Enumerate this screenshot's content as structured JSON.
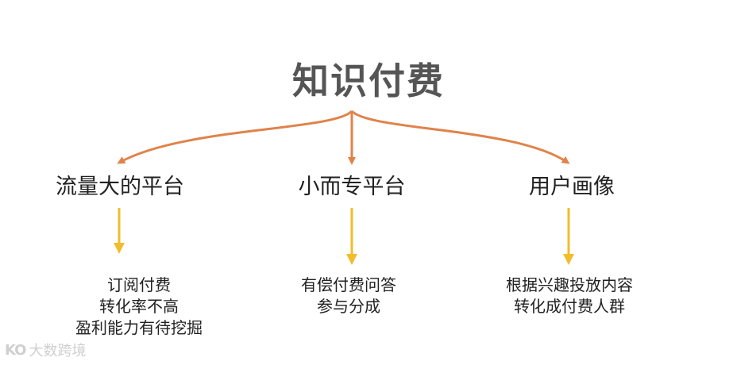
{
  "title": "知识付费",
  "branches": [
    {
      "label": "流量大的平台",
      "details": [
        "订阅付费",
        "转化率不高",
        "盈利能力有待挖掘"
      ]
    },
    {
      "label": "小而专平台",
      "details": [
        "有偿付费问答",
        "参与分成"
      ]
    },
    {
      "label": "用户画像",
      "details": [
        "根据兴趣投放内容",
        "转化成付费人群"
      ]
    }
  ],
  "colors": {
    "upper_arrows": "#e0834a",
    "lower_arrows": "#f2bd2c",
    "title_text": "#555555"
  },
  "watermark": {
    "logo_text": "KO",
    "text": "大数跨境"
  }
}
